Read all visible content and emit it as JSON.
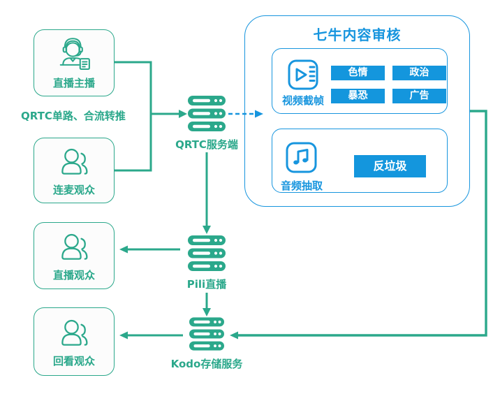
{
  "colors": {
    "green": "#2BA88B",
    "blue": "#1795DE",
    "tag_blue": "#1496DD"
  },
  "nodes": {
    "broadcaster": {
      "label": "直播主播"
    },
    "co_mic_audience": {
      "label": "连麦观众"
    },
    "live_audience": {
      "label": "直播观众"
    },
    "replay_audience": {
      "label": "回看观众"
    }
  },
  "flow_label": "QRTC单路、合流转推",
  "servers": {
    "qrtc": {
      "label": "QRTC服务端"
    },
    "pili": {
      "label": "Pili直播"
    },
    "kodo": {
      "label": "Kodo存储服务"
    }
  },
  "moderation": {
    "title": "七牛内容审核",
    "video": {
      "label": "视频截帧",
      "tags": [
        "色情",
        "政治",
        "暴恐",
        "广告"
      ]
    },
    "audio": {
      "label": "音频抽取",
      "tags": [
        "反垃圾"
      ]
    }
  }
}
